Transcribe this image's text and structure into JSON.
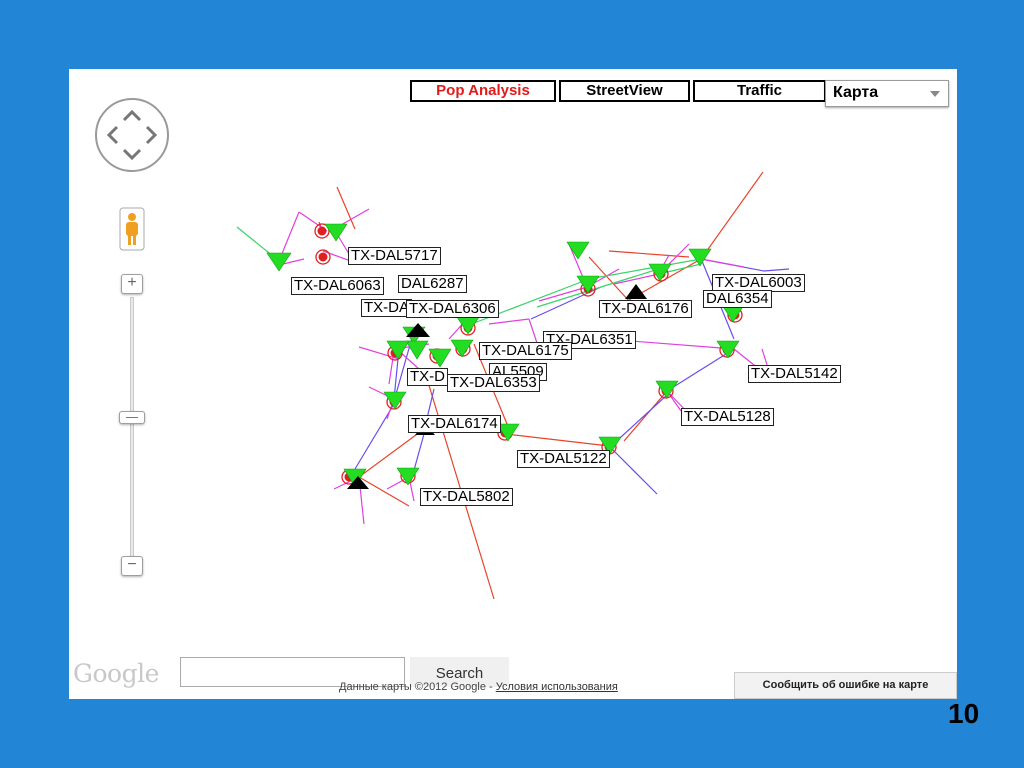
{
  "map": {
    "buttons": [
      {
        "label": "Pop Analysis",
        "active": true
      },
      {
        "label": "StreetView",
        "active": false
      },
      {
        "label": "Traffic",
        "active": false
      }
    ],
    "map_type": "Карта",
    "zoom": {
      "plus_label": "+",
      "minus_label": "−"
    },
    "search_button": "Search",
    "search_value": "",
    "logo": "Google",
    "attribution": {
      "data_text": "Данные карты ©2012 Google",
      "separator": " - ",
      "terms_link": "Условия использования"
    },
    "report_error": "Сообщить об ошибке на карте"
  },
  "site_labels": [
    "TX-DAL5717",
    "TX-DAL6063",
    "DAL6287",
    "TX-DA",
    "TX-DAL6306",
    "TX-DAL6003",
    "DAL6354",
    "TX-DAL6176",
    "TX-DAL6351",
    "TX-DAL6175",
    "TX-D",
    "AL5509",
    "TX-DAL6353",
    "TX-DAL5142",
    "TX-DAL5128",
    "TX-DAL6174",
    "TX-DAL5122",
    "TX-DAL5802"
  ],
  "colors": {
    "background": "#2285d6",
    "active_button_text": "#e21a1a",
    "site_marker_fill": "#22dd22",
    "site_marker_dot": "#e02020",
    "link_red": "#e8442a",
    "link_blue": "#6a4cf0",
    "link_magenta": "#e040e0",
    "link_green": "#3ad36a"
  },
  "page_number": "10"
}
